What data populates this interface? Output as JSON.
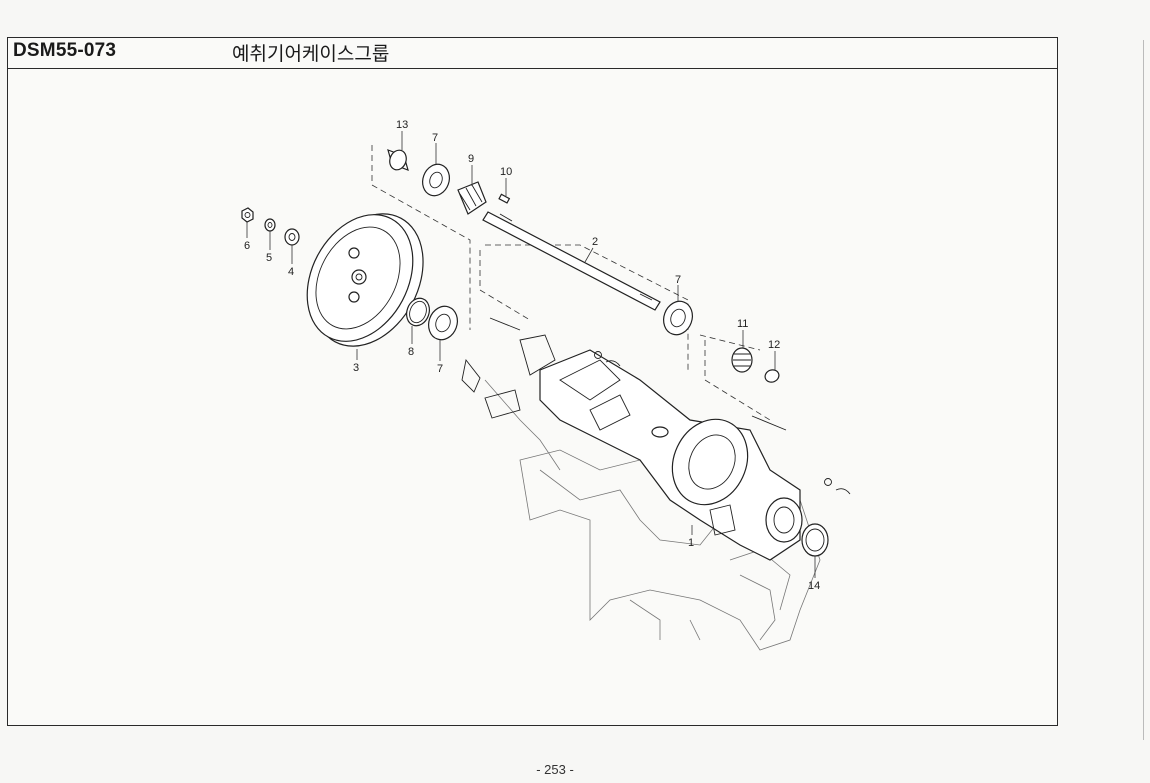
{
  "header": {
    "doc_code": "DSM55-073",
    "title": "예취기어케이스그룹"
  },
  "callouts": [
    {
      "id": "callout-13",
      "label": "13"
    },
    {
      "id": "callout-7-top",
      "label": "7"
    },
    {
      "id": "callout-9",
      "label": "9"
    },
    {
      "id": "callout-10",
      "label": "10"
    },
    {
      "id": "callout-2",
      "label": "2"
    },
    {
      "id": "callout-7-right",
      "label": "7"
    },
    {
      "id": "callout-6",
      "label": "6"
    },
    {
      "id": "callout-5",
      "label": "5"
    },
    {
      "id": "callout-4",
      "label": "4"
    },
    {
      "id": "callout-3",
      "label": "3"
    },
    {
      "id": "callout-8",
      "label": "8"
    },
    {
      "id": "callout-7-bottom",
      "label": "7"
    },
    {
      "id": "callout-11",
      "label": "11"
    },
    {
      "id": "callout-12",
      "label": "12"
    },
    {
      "id": "callout-1",
      "label": "1"
    },
    {
      "id": "callout-14",
      "label": "14"
    }
  ],
  "footer": {
    "page_number": "- 253 -"
  }
}
